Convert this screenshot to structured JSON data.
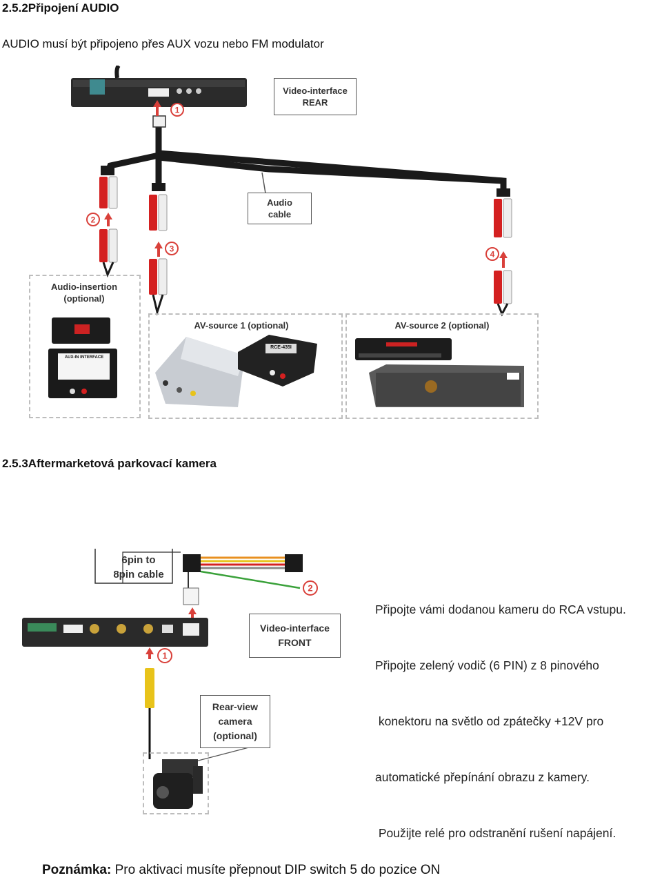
{
  "section_audio": {
    "heading": "2.5.2Připojení AUDIO",
    "text": "AUDIO musí být připojeno přes AUX vozu nebo FM modulator",
    "labels": {
      "video_interface_rear": [
        "Video-interface",
        "REAR"
      ],
      "audio_cable": [
        "Audio",
        "cable"
      ],
      "audio_insertion": [
        "Audio-insertion",
        "(optional)"
      ],
      "av_source_1": "AV-source 1 (optional)",
      "av_source_2": "AV-source 2 (optional)",
      "aux_in_interface": "AUX-IN INTERFACE",
      "rce_device": "RCE-435I"
    },
    "markers": [
      "1",
      "2",
      "3",
      "4"
    ]
  },
  "section_camera": {
    "heading": "2.5.3Aftermarketová parkovací kamera",
    "labels": {
      "pin_cable": [
        "6pin to",
        "8pin cable"
      ],
      "video_interface_front": [
        "Video-interface",
        "FRONT"
      ],
      "rear_view_camera": [
        "Rear-view",
        "camera",
        "(optional)"
      ]
    },
    "markers": [
      "1",
      "2"
    ],
    "instructions": [
      "Připojte vámi dodanou kameru do RCA vstupu.",
      "Připojte zelený vodič (6 PIN) z 8 pinového",
      " konektoru na světlo od zpátečky +12V pro",
      "automatické přepínání obrazu z kamery.",
      " Použijte relé pro odstranění rušení napájení."
    ]
  },
  "note": {
    "label": "Poznámka:",
    "text": " Pro aktivaci musíte přepnout DIP switch 5 do pozice ON"
  },
  "colors": {
    "marker_red": "#d9403a",
    "cable_black": "#1a1a1a",
    "rca_red": "#d42020",
    "rca_white": "#eeeeee",
    "rca_yellow": "#e8c31a",
    "wire_green": "#3aa13a",
    "wire_orange": "#e89020",
    "dash_grey": "#bdbdbd"
  }
}
